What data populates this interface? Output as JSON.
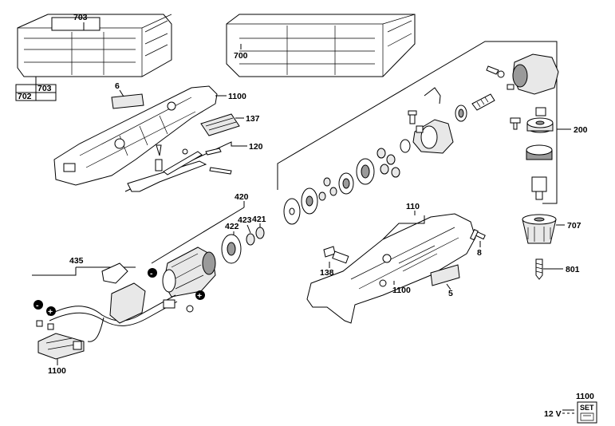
{
  "labels": {
    "l703_top": "703",
    "l702": "702",
    "l703_box": "703",
    "l700": "700",
    "l6": "6",
    "l1100_upper": "1100",
    "l137": "137",
    "l120": "120",
    "l200": "200",
    "l420": "420",
    "l423": "423",
    "l421": "421",
    "l422": "422",
    "l110": "110",
    "l707": "707",
    "l8": "8",
    "l435": "435",
    "l138": "138",
    "l1100_mid": "1100",
    "l5": "5",
    "l801": "801",
    "l1100_bottom_left": "1100",
    "l1100_set": "1100",
    "voltage": "12 V",
    "set_badge": "SET"
  },
  "symbols": {
    "minus": "-",
    "plus": "+"
  }
}
